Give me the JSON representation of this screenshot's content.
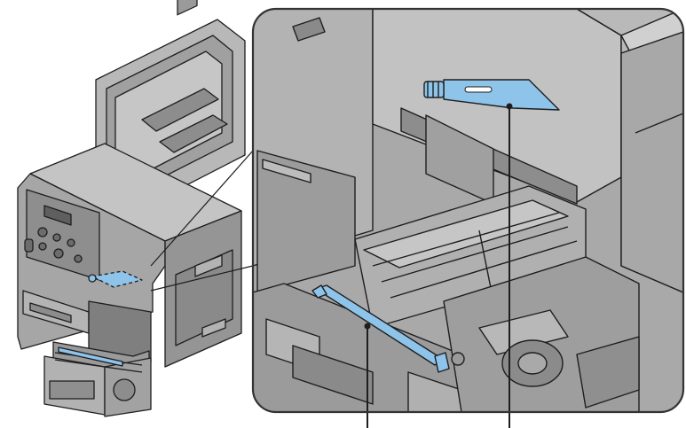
{
  "figure": {
    "colors": {
      "background": "#ffffff",
      "printer_body": "#a8a8a8",
      "printer_light": "#c2c2c2",
      "printer_dark": "#7a7a7a",
      "outline": "#1e1e1e",
      "highlight_part": "#8ec3ea",
      "callout_frame": "#333333"
    },
    "overview_printer": {
      "highlighted_parts": [
        "dashed-top-part"
      ]
    },
    "detail_view": {
      "highlighted_parts": [
        "top-tension-bar",
        "bottom-guide-bar"
      ],
      "leader_lines": [
        "top-part-leader",
        "bottom-part-leader"
      ]
    }
  }
}
